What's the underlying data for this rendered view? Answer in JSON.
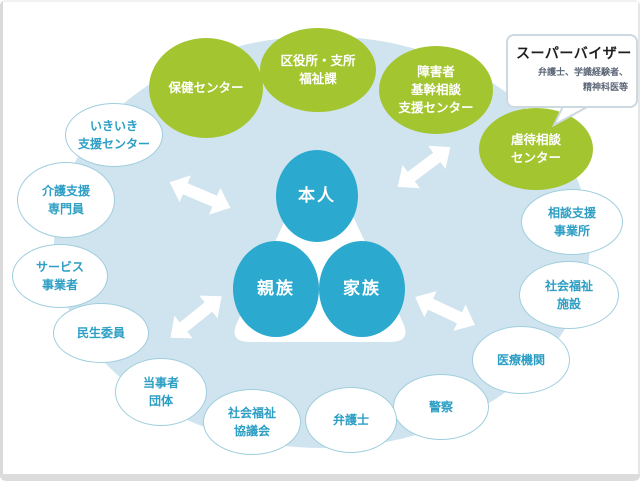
{
  "diagram": {
    "center": {
      "person": "本人",
      "relatives": "親族",
      "family": "家族"
    },
    "outer_nodes": [
      {
        "id": "hoken-center",
        "label": "保健センター",
        "type": "green"
      },
      {
        "id": "kuyakusho-fukushika",
        "label": "区役所・支所\n福祉課",
        "type": "green"
      },
      {
        "id": "shogaisha-kikan-sodan",
        "label": "障害者\n基幹相談\n支援センター",
        "type": "green"
      },
      {
        "id": "gyakutai-sodan-center",
        "label": "虐待相談\nセンター",
        "type": "green"
      },
      {
        "id": "sodan-shien-jigyosho",
        "label": "相談支援\n事業所",
        "type": "white"
      },
      {
        "id": "shakai-fukushi-shisetsu",
        "label": "社会福祉\n施設",
        "type": "white"
      },
      {
        "id": "iryo-kikan",
        "label": "医療機関",
        "type": "white"
      },
      {
        "id": "keisatsu",
        "label": "警察",
        "type": "white"
      },
      {
        "id": "bengoshi",
        "label": "弁護士",
        "type": "white"
      },
      {
        "id": "shakai-fukushi-kyogikai",
        "label": "社会福祉\n協議会",
        "type": "white"
      },
      {
        "id": "tojisha-dantai",
        "label": "当事者\n団体",
        "type": "white"
      },
      {
        "id": "minsei-iin",
        "label": "民生委員",
        "type": "white"
      },
      {
        "id": "service-jigyosha",
        "label": "サービス\n事業者",
        "type": "white"
      },
      {
        "id": "kaigo-shien-senmonin",
        "label": "介護支援\n専門員",
        "type": "white"
      },
      {
        "id": "ikiiki-shien-center",
        "label": "いきいき\n支援センター",
        "type": "white"
      }
    ],
    "callout": {
      "title": "スーパーバイザー",
      "body": "弁護士、学識経験者、\n精神科医等"
    },
    "colors": {
      "green": "#a3c52f",
      "teal": "#2ba9cf",
      "light_blue": "#cfe4ee",
      "white_node_border": "#9fcede",
      "white_node_text": "#2d9ec4",
      "callout_border": "#cdd9e0",
      "callout_body_text": "#5c6677"
    }
  }
}
